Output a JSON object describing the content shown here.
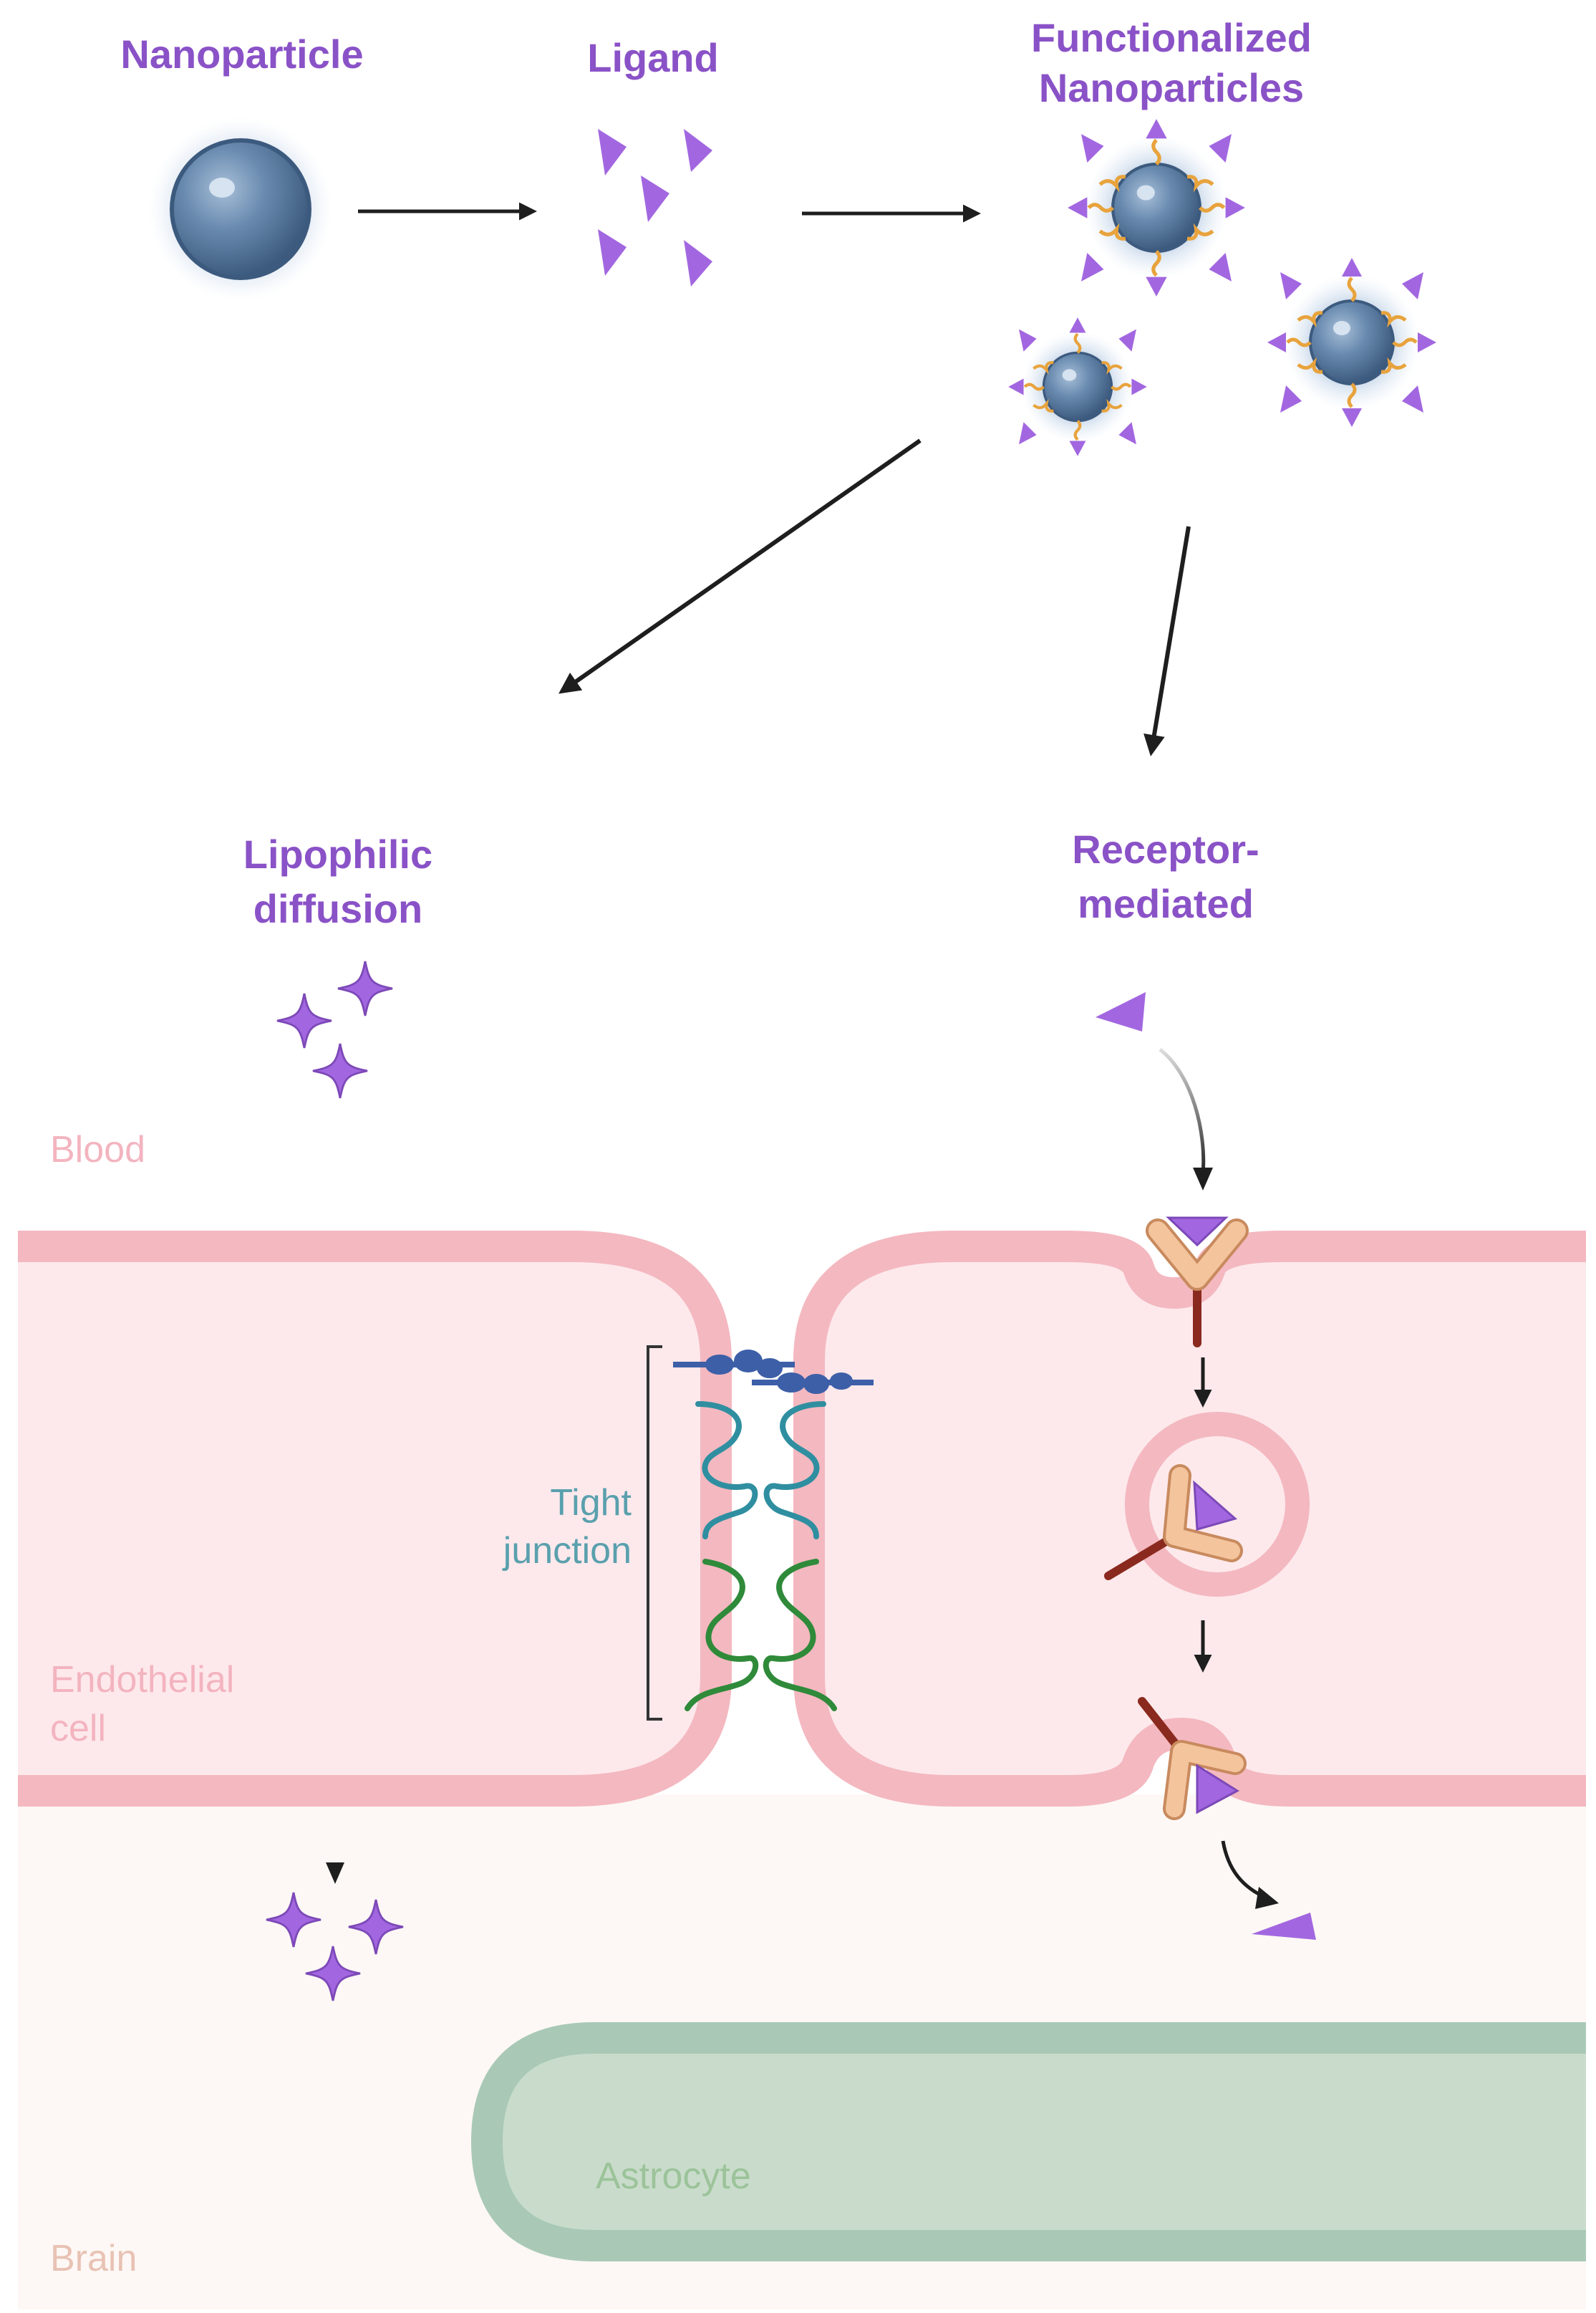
{
  "labels": {
    "nanoparticle": "Nanoparticle",
    "ligand": "Ligand",
    "functionalized_1": "Functionalized",
    "functionalized_2": "Nanoparticles",
    "lipophilic_1": "Lipophilic",
    "lipophilic_2": "diffusion",
    "receptor_1": "Receptor-",
    "receptor_2": "mediated",
    "blood": "Blood",
    "endothelial_1": "Endothelial",
    "endothelial_2": "cell",
    "tight_1": "Tight",
    "tight_2": "junction",
    "astrocyte": "Astrocyte",
    "brain": "Brain"
  },
  "colors": {
    "title_purple": "#8a52c7",
    "ligand_purple": "#a267e0",
    "membrane_pink": "#f4b8c0",
    "cell_fill": "#fde9ec",
    "brain_bg": "#fdf8f5",
    "nanoparticle_blue": "#4d6d90",
    "tether_orange": "#e8a33c",
    "receptor_tan": "#f4c49c",
    "receptor_stem": "#8a2a1e",
    "tj_blue": "#3d5fa8",
    "tj_teal": "#2f8fa0",
    "tj_green": "#2f8a3a",
    "astrocyte_green": "#c9dccb",
    "astrocyte_border": "#a9c9b6"
  }
}
